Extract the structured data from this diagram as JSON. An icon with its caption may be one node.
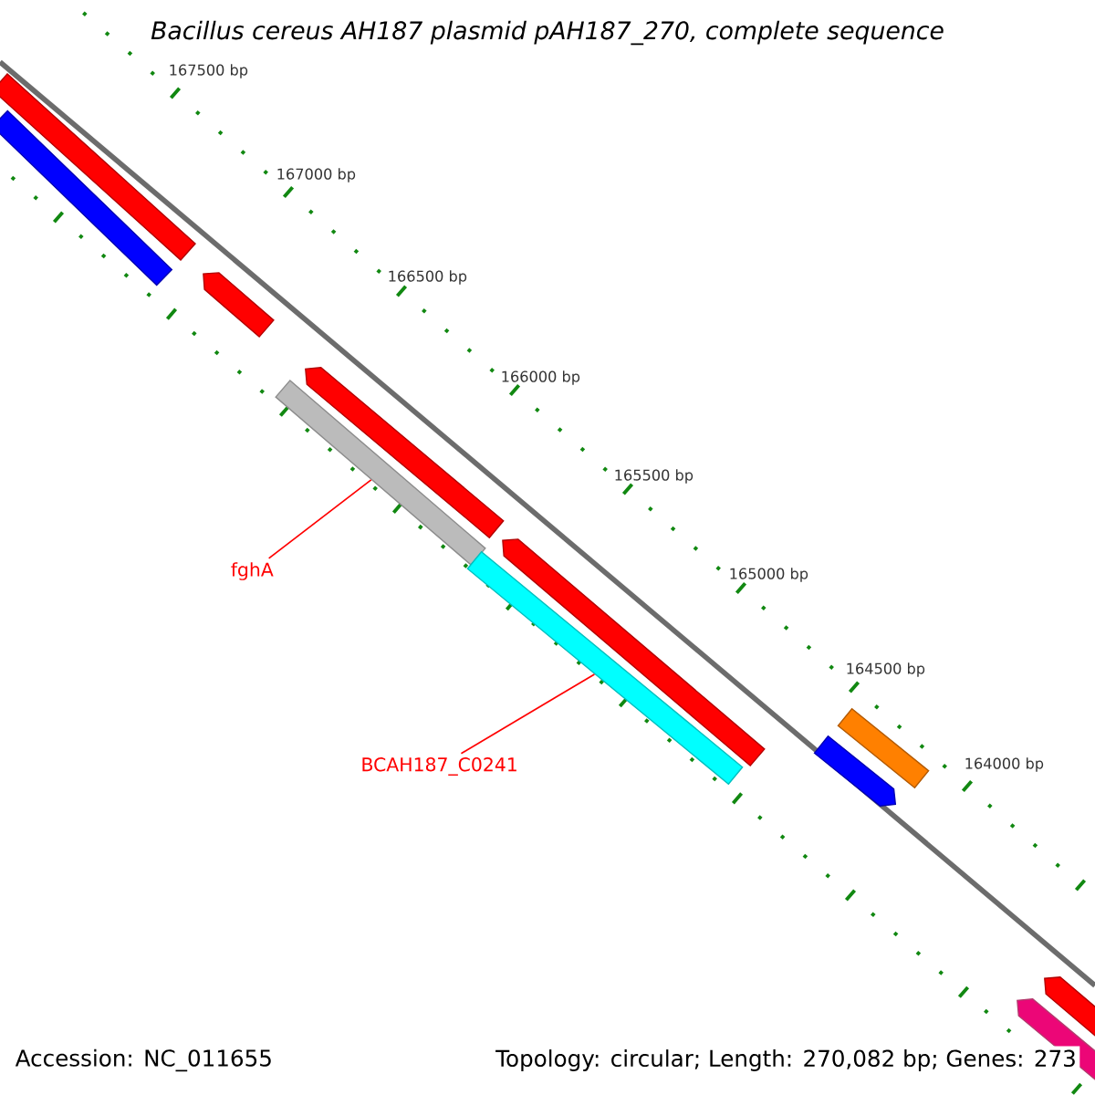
{
  "diagram": {
    "title": "Bacillus cereus AH187 plasmid pAH187_270, complete sequence",
    "nodes": [
      {
        "text": [
          "fghA"
        ]
      },
      {
        "text": [],
        "shape": "bar"
      },
      {
        "text": [
          "BCAH187_C0241"
        ]
      },
      {
        "text": [],
        "shape": "bar"
      }
    ],
    "edges": [
      {
        "from": 0,
        "to": 1,
        "arrow": "none"
      },
      {
        "from": 2,
        "to": 3,
        "arrow": "none"
      }
    ],
    "labels": [
      "167500 bp",
      "167000 bp",
      "166500 bp",
      "166000 bp",
      "165500 bp",
      "165000 bp",
      "164500 bp",
      "164000 bp",
      "Accession: NC_011655",
      "Topology: circular; Length: 270,082 bp; Genes: 273"
    ]
  }
}
